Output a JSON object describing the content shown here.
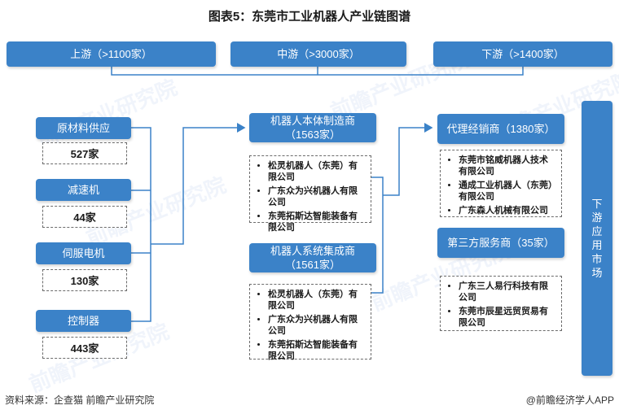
{
  "title": "图表5：东莞市工业机器人产业链图谱",
  "header": {
    "upstream": "上游（>1100家）",
    "midstream": "中游（>3000家）",
    "downstream": "下游（>1400家）"
  },
  "upstream": [
    {
      "label": "原材料供应",
      "count": "527家"
    },
    {
      "label": "减速机",
      "count": "44家"
    },
    {
      "label": "伺服电机",
      "count": "130家"
    },
    {
      "label": "控制器",
      "count": "443家"
    }
  ],
  "midstream": [
    {
      "label": "机器人本体制造商（1563家）",
      "companies": [
        "松灵机器人（东莞）有限公司",
        "广东众为兴机器人有限公司",
        "东莞拓斯达智能装备有限公司"
      ]
    },
    {
      "label": "机器人系统集成商（1561家）",
      "companies": [
        "松灵机器人（东莞）有限公司",
        "广东众为兴机器人有限公司",
        "东莞拓斯达智能装备有限公司"
      ]
    }
  ],
  "downstream": [
    {
      "label": "代理经销商（1380家）",
      "companies": [
        "东莞市铭威机器人技术有限公司",
        "通成工业机器人（东莞）有限公司",
        "广东森人机械有限公司"
      ]
    },
    {
      "label": "第三方服务商（35家）",
      "companies": [
        "广东三人易行科技有限公司",
        "东莞市辰星远贸贸易有限公司"
      ]
    }
  ],
  "market": "下游应用市场",
  "footer": {
    "source": "资料来源：企查猫 前瞻产业研究院",
    "credit": "@前瞻经济学人APP"
  },
  "colors": {
    "box": "#3b82c8",
    "line": "#3b82c8"
  }
}
